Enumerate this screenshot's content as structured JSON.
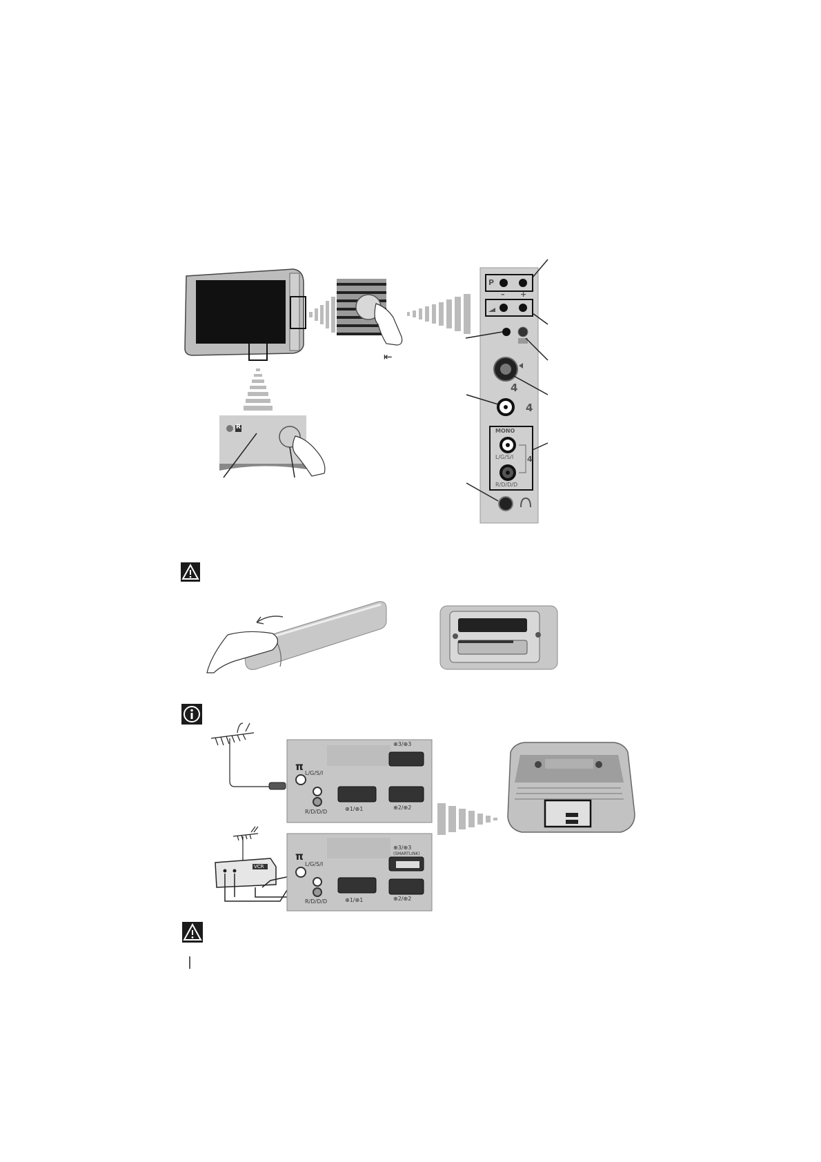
{
  "front_panel": {
    "prog_label": "P",
    "prog_minus": "–",
    "prog_plus": "+",
    "av4_s_label": "4",
    "av4_label": "4",
    "mono_label": "MONO",
    "audio_l_label": "L/G/S/I",
    "audio_r_label": "R/D/D/D",
    "av4_audio_label": "4"
  },
  "tv_front": {
    "standby_label": "R",
    "mute_symbol": "⇤"
  },
  "rear_panel": {
    "antenna_symbol": "π",
    "audio_l": "L/G/S/I",
    "audio_r": "R/D/D/D",
    "scart1": "⊕1/⊕1",
    "scart2": "⊕2/⊕2",
    "scart3": "⊕3/⊕3",
    "scart3_sub": "(SMARTLINK)",
    "vcr_label": "VCR"
  },
  "icons": {
    "warning_1": "warning-icon",
    "info": "info-icon",
    "warning_2": "warning-icon"
  },
  "colors": {
    "icon_bg": "#1b1b1b",
    "panel_grey": "#cfcfcf",
    "line": "#333333"
  }
}
